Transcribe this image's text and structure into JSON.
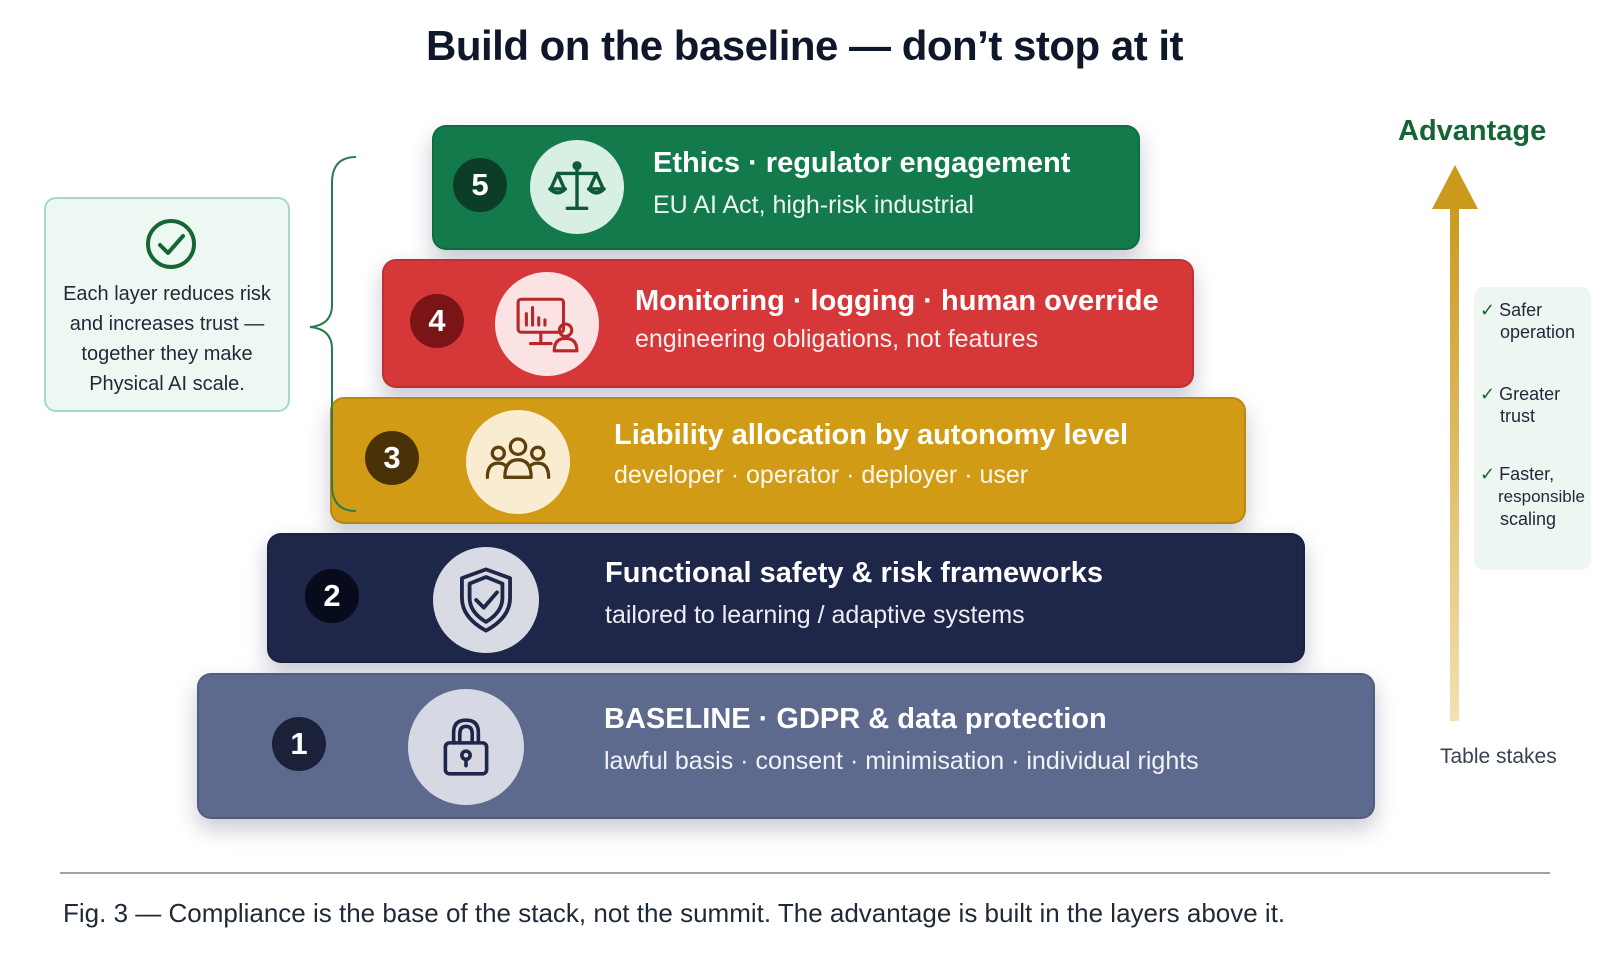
{
  "title": "Build on the baseline — don’t stop at it",
  "layers": [
    {
      "number": "5",
      "title": "Ethics · regulator engagement",
      "subtitle": "EU AI Act, high-risk industrial",
      "icon": "scales-icon",
      "color": "#137a4c"
    },
    {
      "number": "4",
      "title": "Monitoring · logging · human override",
      "subtitle": "engineering obligations, not features",
      "icon": "monitor-user-icon",
      "color": "#d6383a"
    },
    {
      "number": "3",
      "title": "Liability allocation by autonomy level",
      "subtitle": "developer · operator · deployer · user",
      "icon": "people-group-icon",
      "color": "#d29b16"
    },
    {
      "number": "2",
      "title": "Functional safety & risk frameworks",
      "subtitle": "tailored to learning / adaptive systems",
      "icon": "shield-check-icon",
      "color": "#1e2749"
    },
    {
      "number": "1",
      "title": "BASELINE · GDPR & data protection",
      "subtitle": "lawful basis · consent · minimisation · individual rights",
      "icon": "padlock-icon",
      "color": "#5d6a8e"
    }
  ],
  "callout": {
    "icon": "check-circle-icon",
    "line1": "Each layer reduces risk",
    "line2": "and increases trust —",
    "line3": "together they make",
    "line4": "Physical AI scale."
  },
  "axis": {
    "top_label": "Advantage",
    "bottom_label": "Table stakes",
    "arrow_color": "#c99a1c"
  },
  "benefits": [
    {
      "line1": "Safer",
      "line2": "operation",
      "line3": ""
    },
    {
      "line1": "Greater",
      "line2": "trust",
      "line3": ""
    },
    {
      "line1": "Faster,",
      "line2": "responsible",
      "line3": "scaling"
    }
  ],
  "check_mark": "✓",
  "caption": "Fig. 3 — Compliance is the base of the stack, not the summit. The advantage is built in the layers above it."
}
